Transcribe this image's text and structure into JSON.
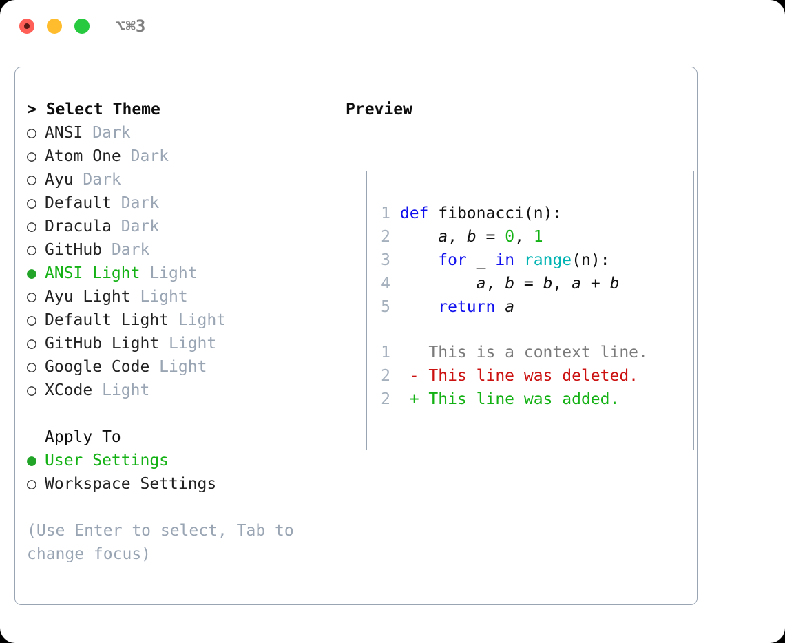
{
  "window": {
    "shortcut": "⌥⌘3",
    "traffic_lights": [
      {
        "name": "close",
        "color": "#ff5f56"
      },
      {
        "name": "minimize",
        "color": "#ffbd2e"
      },
      {
        "name": "maximize",
        "color": "#27c93f"
      }
    ]
  },
  "theme_picker": {
    "heading": "> Select Theme",
    "bullet_selected": "●",
    "bullet_unselected": "○",
    "items": [
      {
        "name": "ANSI",
        "variant": "Dark",
        "selected": false
      },
      {
        "name": "Atom One",
        "variant": "Dark",
        "selected": false
      },
      {
        "name": "Ayu",
        "variant": "Dark",
        "selected": false
      },
      {
        "name": "Default",
        "variant": "Dark",
        "selected": false
      },
      {
        "name": "Dracula",
        "variant": "Dark",
        "selected": false
      },
      {
        "name": "GitHub",
        "variant": "Dark",
        "selected": false
      },
      {
        "name": "ANSI Light",
        "variant": "Light",
        "selected": true
      },
      {
        "name": "Ayu Light",
        "variant": "Light",
        "selected": false
      },
      {
        "name": "Default Light",
        "variant": "Light",
        "selected": false
      },
      {
        "name": "GitHub Light",
        "variant": "Light",
        "selected": false
      },
      {
        "name": "Google Code",
        "variant": "Light",
        "selected": false
      },
      {
        "name": "XCode",
        "variant": "Light",
        "selected": false
      }
    ]
  },
  "apply_to": {
    "label": "Apply To",
    "options": [
      {
        "name": "User Settings",
        "selected": true
      },
      {
        "name": "Workspace Settings",
        "selected": false
      }
    ]
  },
  "help_text": "(Use Enter to select, Tab to change focus)",
  "preview": {
    "heading": "Preview",
    "code_lines": [
      {
        "no": "1",
        "tokens": [
          {
            "t": "def",
            "c": "kw"
          },
          {
            "t": " ",
            "c": "plain"
          },
          {
            "t": "fibonacci",
            "c": "fn"
          },
          {
            "t": "(n):",
            "c": "plain"
          }
        ]
      },
      {
        "no": "2",
        "tokens": [
          {
            "t": "    ",
            "c": "plain"
          },
          {
            "t": "a",
            "c": "var"
          },
          {
            "t": ", ",
            "c": "plain"
          },
          {
            "t": "b",
            "c": "var"
          },
          {
            "t": " = ",
            "c": "plain"
          },
          {
            "t": "0",
            "c": "num"
          },
          {
            "t": ", ",
            "c": "plain"
          },
          {
            "t": "1",
            "c": "num"
          }
        ]
      },
      {
        "no": "3",
        "tokens": [
          {
            "t": "    ",
            "c": "plain"
          },
          {
            "t": "for",
            "c": "kw"
          },
          {
            "t": " _ ",
            "c": "plain"
          },
          {
            "t": "in",
            "c": "kw"
          },
          {
            "t": " ",
            "c": "plain"
          },
          {
            "t": "range",
            "c": "builtin"
          },
          {
            "t": "(n):",
            "c": "plain"
          }
        ]
      },
      {
        "no": "4",
        "tokens": [
          {
            "t": "        ",
            "c": "plain"
          },
          {
            "t": "a",
            "c": "var"
          },
          {
            "t": ", ",
            "c": "plain"
          },
          {
            "t": "b",
            "c": "var"
          },
          {
            "t": " = ",
            "c": "plain"
          },
          {
            "t": "b",
            "c": "var"
          },
          {
            "t": ", ",
            "c": "plain"
          },
          {
            "t": "a",
            "c": "var"
          },
          {
            "t": " + ",
            "c": "plain"
          },
          {
            "t": "b",
            "c": "var"
          }
        ]
      },
      {
        "no": "5",
        "tokens": [
          {
            "t": "    ",
            "c": "plain"
          },
          {
            "t": "return",
            "c": "kw"
          },
          {
            "t": " ",
            "c": "plain"
          },
          {
            "t": "a",
            "c": "var"
          }
        ]
      }
    ],
    "diff_lines": [
      {
        "no": "1",
        "marker": " ",
        "text": "This is a context line.",
        "kind": "ctx"
      },
      {
        "no": "2",
        "marker": "-",
        "text": "This line was deleted.",
        "kind": "del"
      },
      {
        "no": "2",
        "marker": "+",
        "text": "This line was added.",
        "kind": "add"
      }
    ]
  },
  "colors": {
    "accent_green": "#13b113",
    "muted": "#9aa5b4",
    "keyword_blue": "#1010ee",
    "builtin_cyan": "#00b3b3",
    "diff_red": "#cc1111",
    "border": "#9aa5b4"
  }
}
